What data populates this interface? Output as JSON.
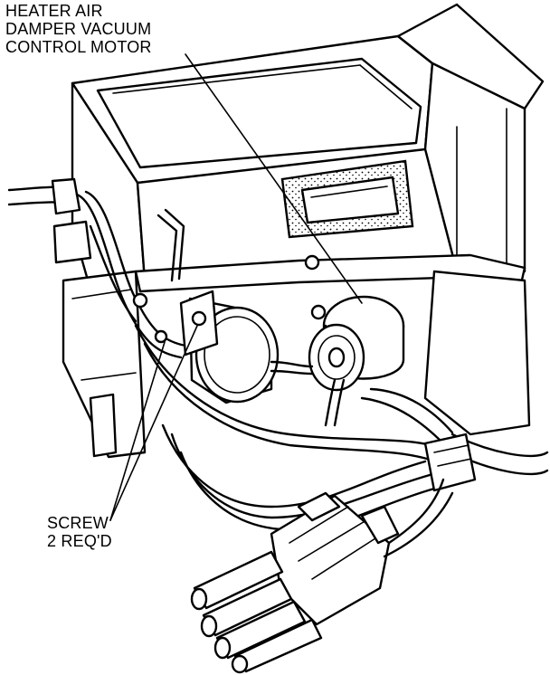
{
  "labels": {
    "motor": {
      "line1": "HEATER AIR",
      "line2": "DAMPER VACUUM",
      "line3": "CONTROL MOTOR"
    },
    "screw": {
      "line1": "SCREW",
      "line2": "2 REQ'D"
    }
  },
  "colors": {
    "ink": "#000000",
    "paper": "#ffffff"
  }
}
